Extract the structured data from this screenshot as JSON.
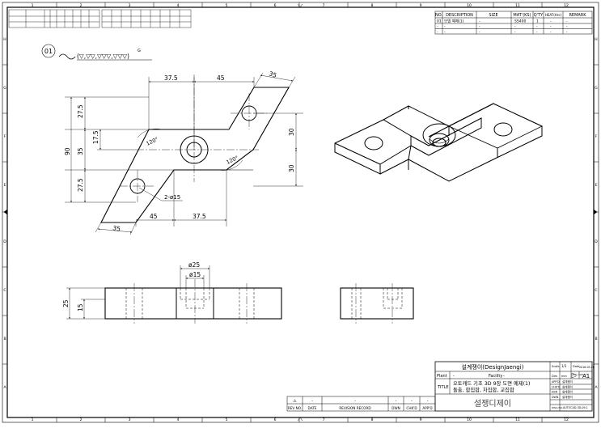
{
  "sheet": {
    "grid_numbers": [
      "1",
      "2",
      "3",
      "4",
      "5",
      "6",
      "7",
      "8",
      "9",
      "10",
      "11",
      "12"
    ],
    "grid_letters": [
      "A",
      "B",
      "C",
      "D",
      "E",
      "F",
      "G",
      "H"
    ]
  },
  "view_label": "01",
  "surface_symbol": "(▽,▽▽,▽▽▽,▽▽▽)",
  "surface_symbol_letter": "G",
  "dimensions": {
    "top_37_5": "37.5",
    "top_45": "45",
    "top_35": "35",
    "left_27_5_top": "27.5",
    "left_17_5": "17.5",
    "left_35": "35",
    "left_90": "90",
    "left_27_5_bottom": "27.5",
    "right_30_top": "30",
    "right_30_bottom": "30",
    "angle_top": "120°",
    "angle_bottom": "120°",
    "holes": "2-ø15",
    "bottom_45": "45",
    "bottom_37_5": "37.5",
    "bottom_35": "35",
    "front_phi25": "ø25",
    "front_phi15": "ø15",
    "front_25": "25",
    "front_15": "15"
  },
  "parts_list": {
    "headers": [
      "NO.",
      "DESCRIPTION",
      "SIZE",
      "MAT'(KS)",
      "Q'TY",
      "HEAT(Hrc)",
      "REMARK"
    ],
    "rows": [
      [
        "01",
        "모델 예제(1)",
        "-",
        "SS400",
        "1",
        "-",
        "-"
      ],
      [
        "-",
        "-",
        "-",
        "-",
        "-",
        "-",
        "-"
      ],
      [
        "-",
        "-",
        "-",
        "-",
        "-",
        "-",
        "-"
      ]
    ]
  },
  "revision_block": {
    "row": [
      "⚠",
      "-",
      "-",
      "-",
      "-",
      "-"
    ],
    "headers": [
      "REV NO.",
      "DATE",
      "REVISION RECORD",
      "DWN",
      "CHK'D",
      "APP'D"
    ]
  },
  "title_block": {
    "company": "설계쟁이(DesignJaengi)",
    "scale_label": "Scale",
    "scale_value": "1/1",
    "date_label": "Date",
    "date_value": "2016.05.26",
    "plant_label": "Plant",
    "plant_value": "-",
    "facility_label": "Facility",
    "facility_value": "-",
    "dim_label": "Dim",
    "dim_value": "mm",
    "proj_label": "Proj. method",
    "size_value": "A1",
    "title_label": "TITLE",
    "title_line1": "오토캐드 기초 3D 9장 도면 예제(1)",
    "title_line2": "돌출, 합집합, 차집합, 교집합",
    "appd_label": "APP'D",
    "appd_value": "설계쟁이",
    "chkd_label": "CHK'D",
    "chkd_value": "설계쟁이",
    "dsn_label": "DSN",
    "dsn_value": "설계쟁이",
    "dwn_label": "DWN",
    "dwn_value": "설계쟁이",
    "logo_text": "설쟁디제이",
    "dwg_label": "DWG NO.",
    "dwg_value": "AUTOCAD-3D-09-1"
  }
}
